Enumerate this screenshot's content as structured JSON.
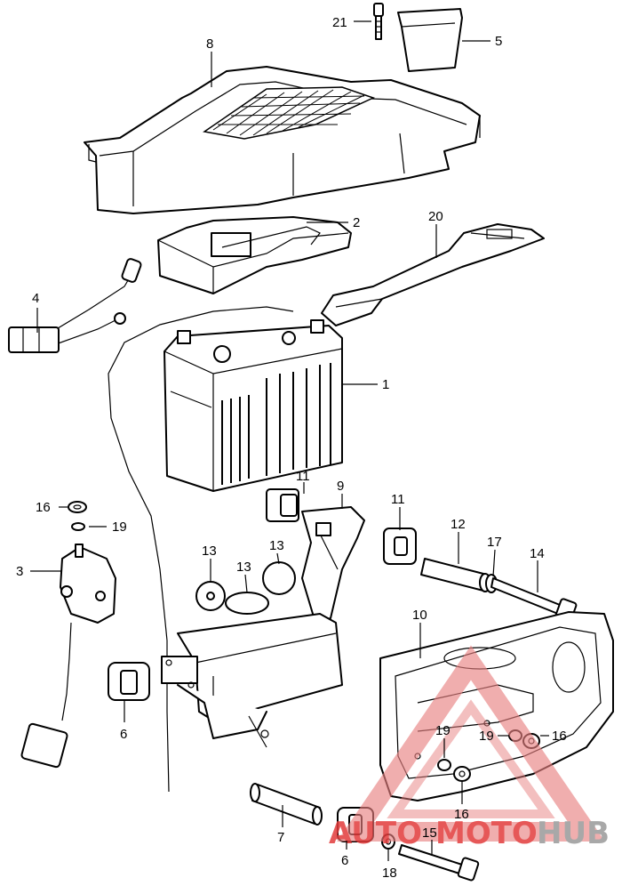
{
  "callouts": {
    "c21": "21",
    "c5": "5",
    "c8": "8",
    "c2": "2",
    "c20": "20",
    "c4": "4",
    "c1": "1",
    "c16a": "16",
    "c19a": "19",
    "c3": "3",
    "c11a": "11",
    "c9": "9",
    "c11b": "11",
    "c12": "12",
    "c17": "17",
    "c14": "14",
    "c13a": "13",
    "c13b": "13",
    "c13c": "13",
    "c6a": "6",
    "c10": "10",
    "c19b": "19",
    "c19c": "19",
    "c16b": "16",
    "c16c": "16",
    "c7": "7",
    "c6b": "6",
    "c15": "15",
    "c18": "18"
  },
  "watermark": {
    "part1": "AUTO",
    "part2": "MOTO",
    "part3": "HUB",
    "color_red": "#e23b3b",
    "color_grey": "#9a9a9a",
    "triangle_color": "#e88080"
  }
}
